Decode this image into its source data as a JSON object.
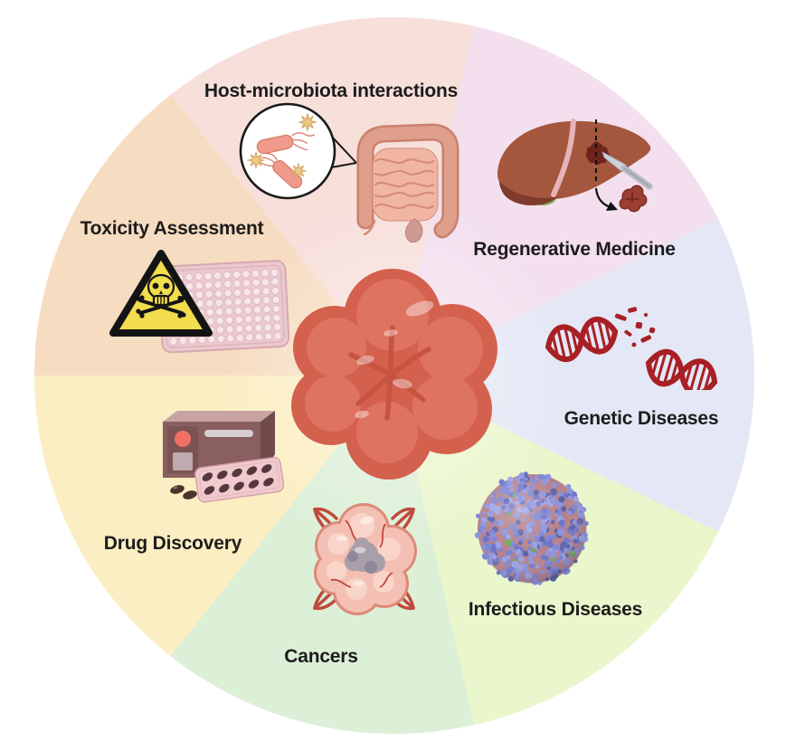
{
  "wheel": {
    "background_color": "#ffffff",
    "label_color": "#1c1c1c",
    "segments": [
      {
        "id": "host-microbiota-interactions",
        "label": "Host-microbiota interactions",
        "color": "#f7dfda",
        "icon": "gut-microbiota-icon"
      },
      {
        "id": "regenerative-medicine",
        "label": "Regenerative Medicine",
        "color": "#f3dfee",
        "icon": "liver-graft-icon"
      },
      {
        "id": "genetic-diseases",
        "label": "Genetic Diseases",
        "color": "#e4e7f5",
        "icon": "broken-dna-icon"
      },
      {
        "id": "infectious-diseases",
        "label": "Infectious Diseases",
        "color": "#eaf6cc",
        "icon": "virus-icon"
      },
      {
        "id": "cancers",
        "label": "Cancers",
        "color": "#dcefd7",
        "icon": "tumor-organoid-icon"
      },
      {
        "id": "drug-discovery",
        "label": "Drug Discovery",
        "color": "#fbeec2",
        "icon": "drug-screening-icon"
      },
      {
        "id": "toxicity-assessment",
        "label": "Toxicity Assessment",
        "color": "#f6dcc0",
        "icon": "toxicity-hazard-icon"
      }
    ],
    "center_icon": "organoid-icon",
    "accent_colors": {
      "organoid_red": "#d4604e",
      "dna_red": "#a81f24",
      "virus_blue": "#7b84d6",
      "hazard_yellow": "#f2dd4e",
      "liver_brown": "#a4573d"
    }
  }
}
